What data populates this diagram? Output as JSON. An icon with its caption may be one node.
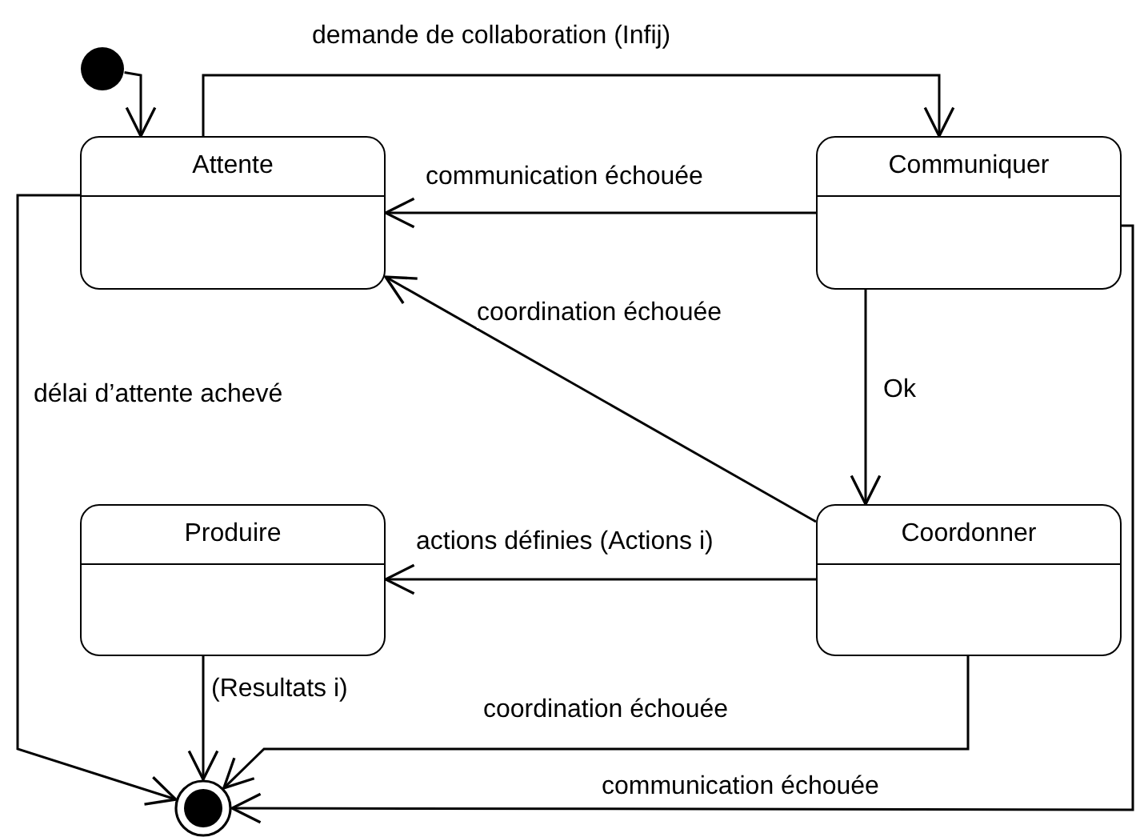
{
  "diagram": {
    "nodes": [
      {
        "text": [],
        "shape": "circle"
      },
      {
        "text": [
          "Attente"
        ]
      },
      {
        "text": [
          "Communiquer"
        ]
      },
      {
        "text": [
          "Produire"
        ]
      },
      {
        "text": [
          "Coordonner"
        ]
      },
      {
        "text": [],
        "shape": "circle"
      }
    ],
    "edges": [
      {
        "from": 0,
        "to": 1,
        "arrow": "to"
      },
      {
        "from": 1,
        "to": 2,
        "arrow": "to",
        "label": "demande de collaboration (Infij)"
      },
      {
        "from": 2,
        "to": 1,
        "arrow": "to",
        "label": "communication échouée"
      },
      {
        "from": 4,
        "to": 1,
        "arrow": "to",
        "label": "coordination échouée"
      },
      {
        "from": 2,
        "to": 4,
        "arrow": "to",
        "label": "Ok"
      },
      {
        "from": 4,
        "to": 3,
        "arrow": "to",
        "label": "actions définies (Actions i)"
      },
      {
        "from": 1,
        "to": 5,
        "arrow": "to",
        "label": "délai d’attente achevé"
      },
      {
        "from": 3,
        "to": 5,
        "arrow": "to",
        "label": "(Resultats i)"
      },
      {
        "from": 4,
        "to": 5,
        "arrow": "to",
        "label": "coordination échouée"
      },
      {
        "from": 2,
        "to": 5,
        "arrow": "to",
        "label": "communication échouée"
      }
    ]
  }
}
